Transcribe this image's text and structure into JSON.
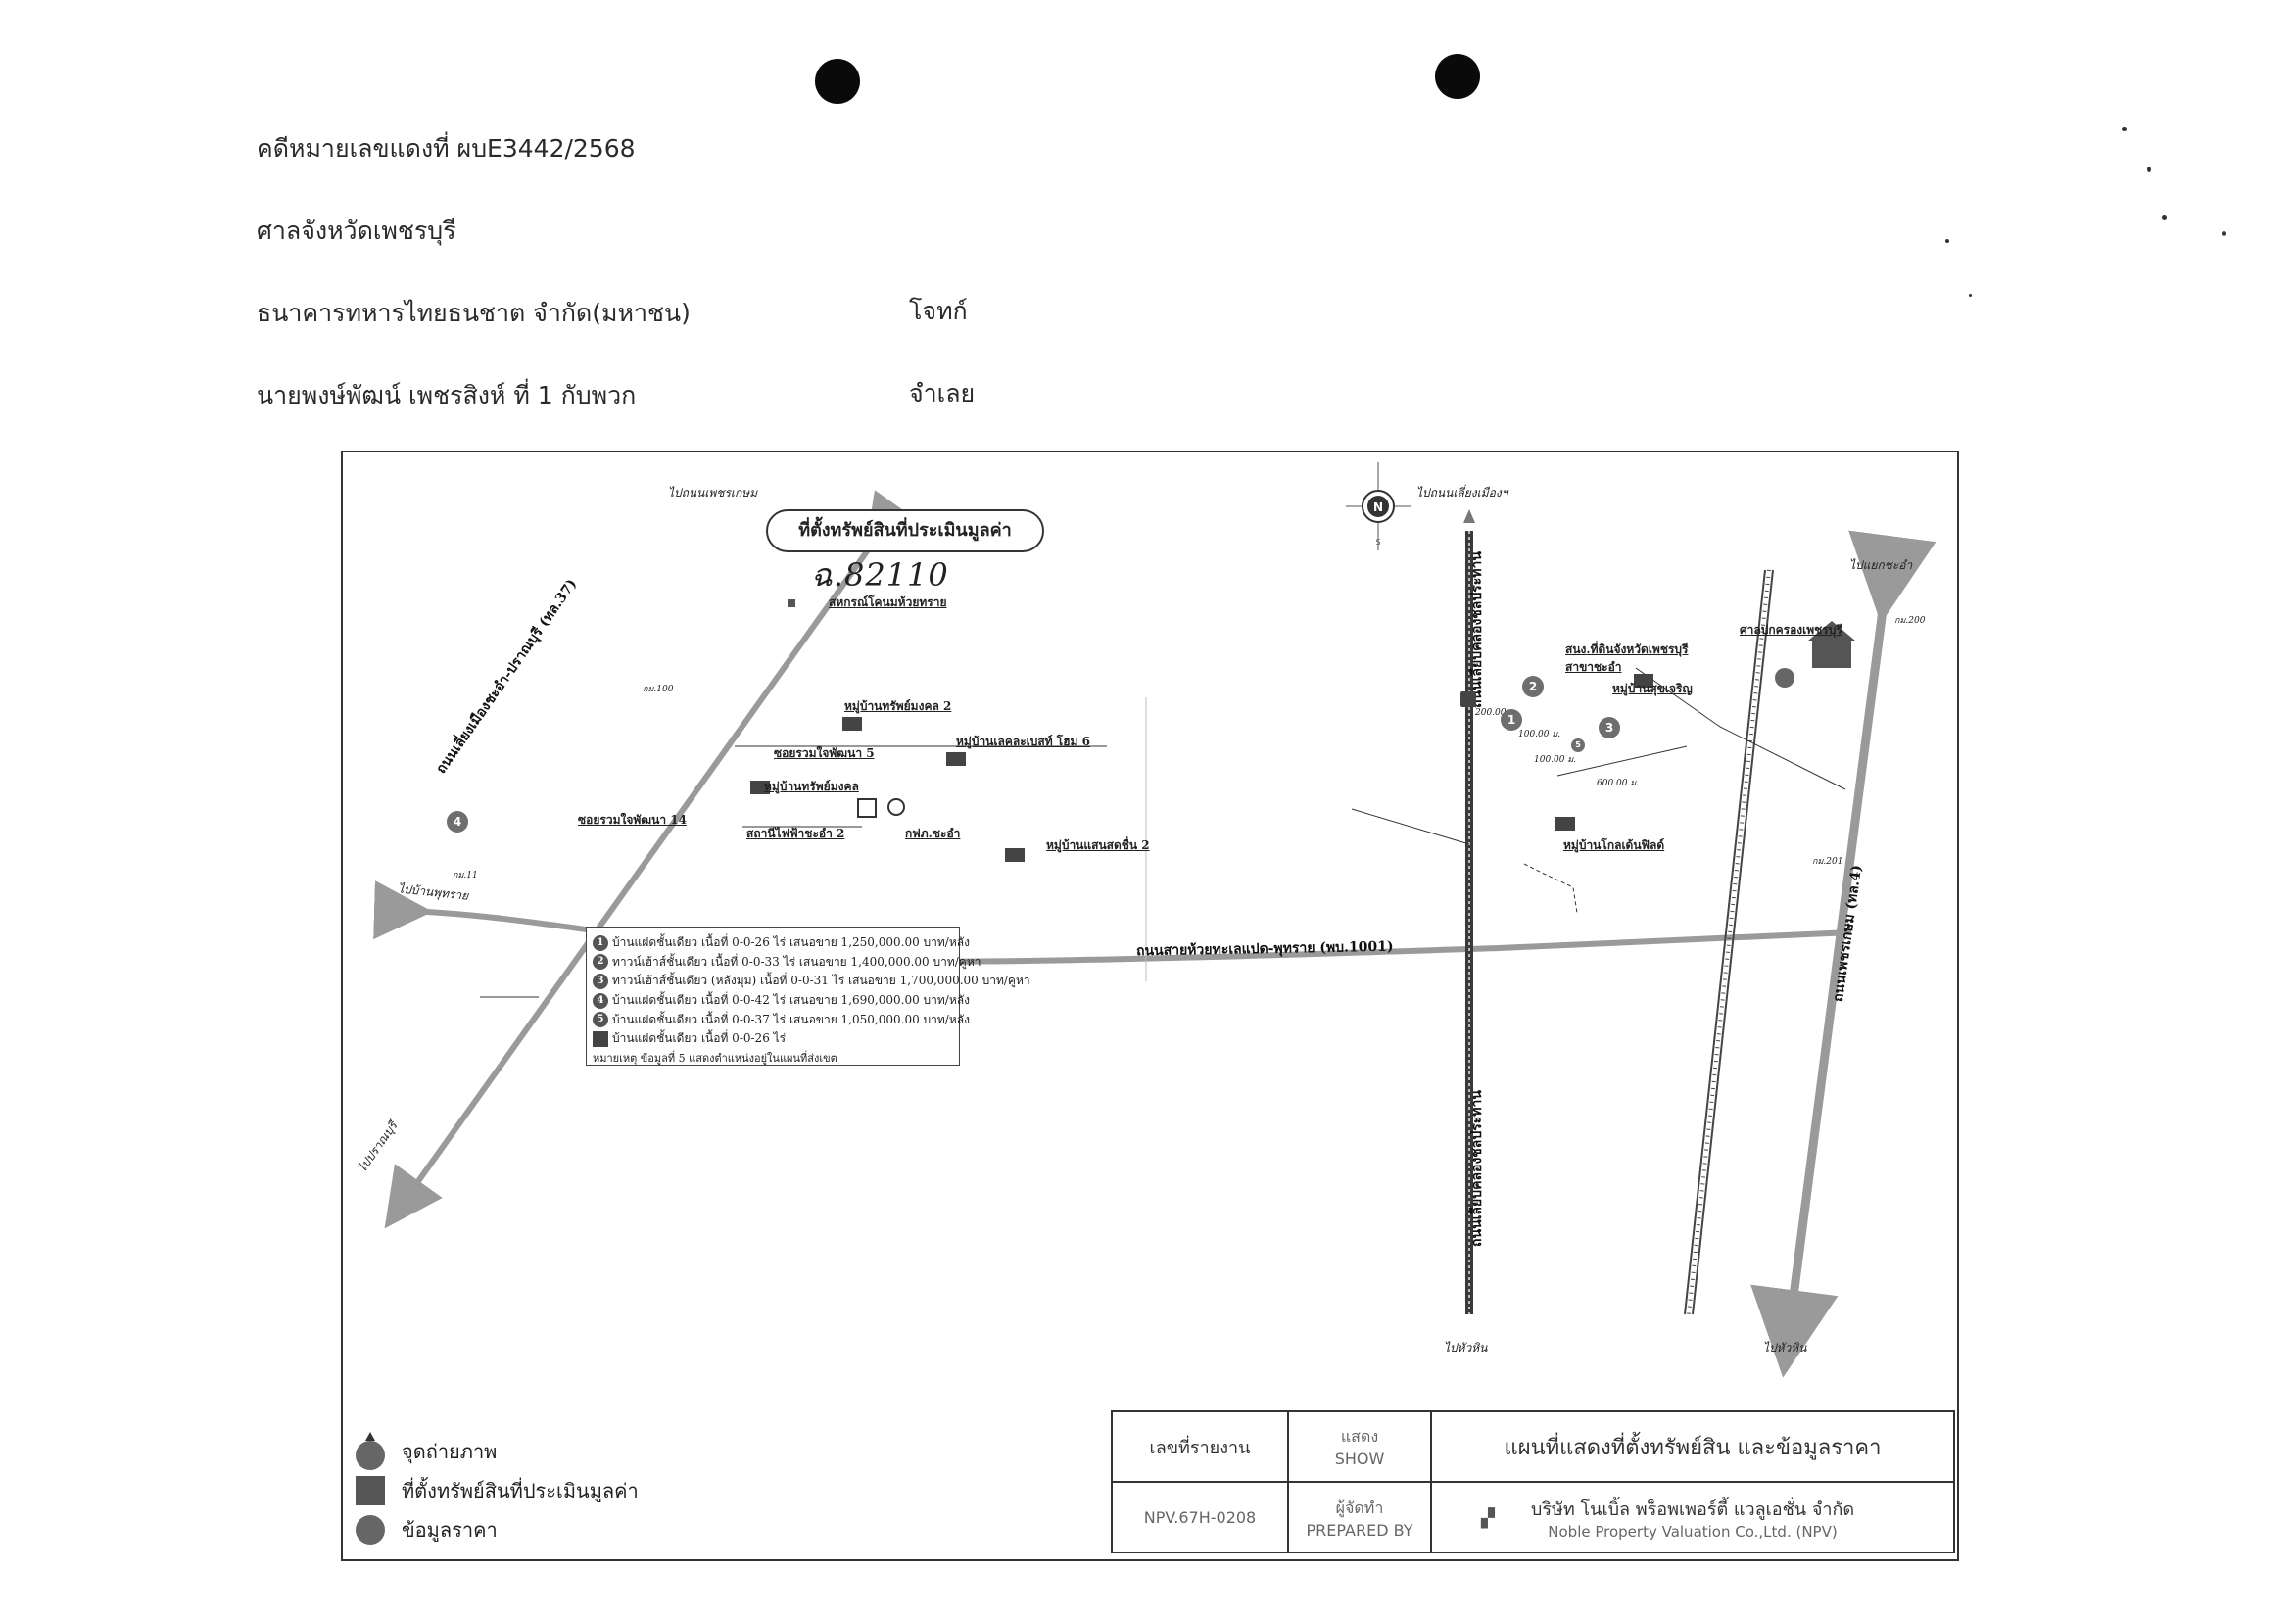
{
  "header": {
    "case_number": "คดีหมายเลขแดงที่ ผบE3442/2568",
    "court": "ศาลจังหวัดเพชรบุรี",
    "plaintiff": "ธนาคารทหารไทยธนชาต จำกัด(มหาชน)",
    "plaintiff_role": "โจทก์",
    "defendant": "นายพงษ์พัฒน์ เพชรสิงห์ ที่ 1 กับพวก",
    "defendant_role": "จำเลย"
  },
  "map": {
    "direction_labels": {
      "to_phetkasem": "ไปถนนเพชรเกษม",
      "to_liang_mueang": "ไปถนนเลี่ยงเมืองฯ",
      "to_chaeng_cha_am": "ไปแยกชะอำ",
      "to_ban_phu_sai": "ไปบ้านพุทราย",
      "to_prachuap": "ไปปราณบุรี",
      "to_hua_hin_1": "ไปหัวหิน",
      "to_hua_hin_2": "ไปหัวหิน"
    },
    "roads": {
      "main_road": "ถนนสายห้วยทะเลแปด-พุทราย (พบ.1001)",
      "left_diagonal": "ถนนเลี่ยงเมืองชะอำ-ปราณบุรี (ทล.37)",
      "canal_road_top": "ถนนเลียบคลองชลประทาน",
      "canal_road_bottom": "ถนนเลียบคลองชลประทาน",
      "phetkasem": "ถนนเพชรเกษม (ทล.4)"
    },
    "places": {
      "coop": "สหกรณ์โคนมห้วยทราย",
      "village_sap_mongkhon_2": "หมู่บ้านทรัพย์มงคล 2",
      "village_lake_breeze": "หมู่บ้านเลคละเบสท์ โฮม 6",
      "soi_ruam_jai_5": "ซอยรวมใจพัฒนา 5",
      "village_sap_mongkhon": "หมู่บ้านทรัพย์มงคล",
      "soi_ruam_jai_14": "ซอยรวมใจพัฒนา 14",
      "substation": "สถานีไฟฟ้าชะอำ 2",
      "pea": "กฟภ.ชะอำ",
      "village_saen_sawadi": "หมู่บ้านแสนสดชื่น 2",
      "land_office": "สนง.ที่ดินจังหวัดเพชรบุรี สาขาชะอำ",
      "admin_court": "ศาลปกครองเพชรบุรี",
      "village_suk_charoen": "หมู่บ้านสุขเจริญ",
      "village_golden_field": "หมู่บ้านโกลเด้นฟิลด์",
      "km_200": "กม.200",
      "km_201": "กม.201",
      "km_100": "กม.100",
      "km_11": "กม.11"
    },
    "callout": "ที่ตั้งทรัพย์สินที่ประเมินมูลค่า",
    "handwritten_note": "ฉ.82110",
    "distances": [
      "200.00 ม.",
      "100.00 ม.",
      "100.00 ม.",
      "600.00 ม."
    ],
    "compass": {
      "north": "N",
      "south": "S"
    }
  },
  "price_legend": {
    "rows": [
      {
        "marker": "1",
        "text": "บ้านแฝดชั้นเดียว เนื้อที่ 0-0-26 ไร่ เสนอขาย 1,250,000.00 บาท/หลัง"
      },
      {
        "marker": "2",
        "text": "ทาวน์เฮ้าส์ชั้นเดียว เนื้อที่ 0-0-33 ไร่ เสนอขาย 1,400,000.00 บาท/คูหา"
      },
      {
        "marker": "3",
        "text": "ทาวน์เฮ้าส์ชั้นเดียว (หลังมุม) เนื้อที่ 0-0-31 ไร่ เสนอขาย 1,700,000.00 บาท/คูหา"
      },
      {
        "marker": "4",
        "text": "บ้านแฝดชั้นเดียว เนื้อที่ 0-0-42 ไร่ เสนอขาย 1,690,000.00 บาท/หลัง"
      },
      {
        "marker": "5",
        "text": "บ้านแฝดชั้นเดียว เนื้อที่ 0-0-37 ไร่ เสนอขาย 1,050,000.00 บาท/หลัง"
      },
      {
        "marker": "",
        "text": "บ้านแฝดชั้นเดียว เนื้อที่ 0-0-26 ไร่"
      }
    ],
    "note": "หมายเหตุ ข้อมูลที่ 5 แสดงตำแหน่งอยู่ในแผนที่ส่งเขต"
  },
  "symbol_legend": {
    "photo_point": "จุดถ่ายภาพ",
    "property_location": "ที่ตั้งทรัพย์สินที่ประเมินมูลค่า",
    "price_data": "ข้อมูลราคา"
  },
  "title_block": {
    "report_no_label": "เลขที่รายงาน",
    "report_no": "NPV.67H-0208",
    "show_th": "แสดง",
    "show_en": "SHOW",
    "prepared_th": "ผู้จัดทำ",
    "prepared_en": "PREPARED BY",
    "title": "แผนที่แสดงที่ตั้งทรัพย์สิน และข้อมูลราคา",
    "company_th": "บริษัท โนเบิ้ล พร็อพเพอร์ตี้ แวลูเอชั่น จำกัด",
    "company_en": "Noble Property Valuation Co.,Ltd. (NPV)"
  },
  "colors": {
    "road_gray": "#9a9a9a",
    "canal_dark": "#3a3a3a",
    "marker_gray": "#6e6e6e"
  }
}
